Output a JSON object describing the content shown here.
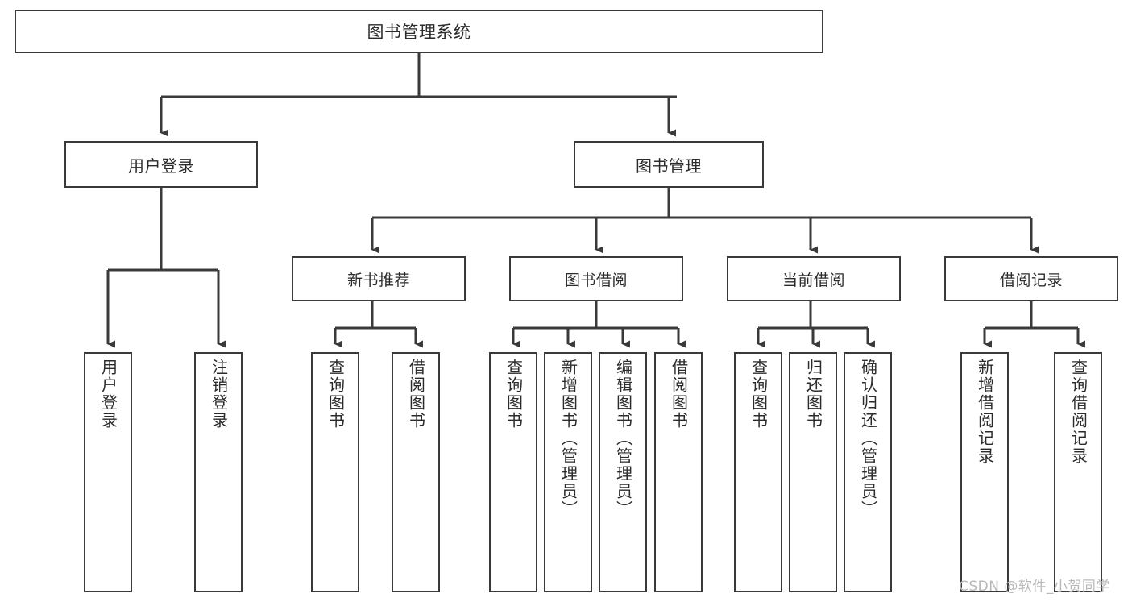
{
  "diagram": {
    "type": "tree",
    "title": "图书管理系统",
    "stroke_color": "#3a3a3a",
    "background_color": "#ffffff",
    "text_color": "#2b2b2b",
    "root": {
      "label": "图书管理系统"
    },
    "level1": [
      {
        "label": "用户登录"
      },
      {
        "label": "图书管理"
      }
    ],
    "level2": [
      {
        "label": "新书推荐"
      },
      {
        "label": "图书借阅"
      },
      {
        "label": "当前借阅"
      },
      {
        "label": "借阅记录"
      }
    ],
    "leaves": {
      "user_login": [
        {
          "label": "用户登录"
        },
        {
          "label": "注销登录"
        }
      ],
      "new_book_recommend": [
        {
          "label": "查询图书"
        },
        {
          "label": "借阅图书"
        }
      ],
      "book_borrow": [
        {
          "label": "查询图书"
        },
        {
          "label": "新增图书（管理员）"
        },
        {
          "label": "编辑图书（管理员）"
        },
        {
          "label": "借阅图书"
        }
      ],
      "current_borrow": [
        {
          "label": "查询图书"
        },
        {
          "label": "归还图书"
        },
        {
          "label": "确认归还（管理员）"
        }
      ],
      "borrow_record": [
        {
          "label": "新增借阅记录"
        },
        {
          "label": "查询借阅记录"
        }
      ]
    }
  },
  "watermark": {
    "text": "CSDN @软件_小贺同学"
  }
}
